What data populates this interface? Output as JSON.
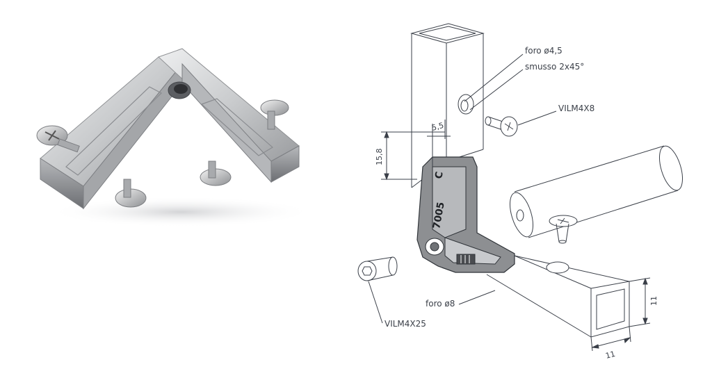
{
  "labels": {
    "hole_small": "foro ø4,5",
    "chamfer": "smusso 2x45°",
    "screw_small": "VILM4X8",
    "hole_large": "foro ø8",
    "screw_large": "VILM4X25"
  },
  "dimensions": {
    "height": "15,8",
    "offset": "5,5",
    "tube_height": "11",
    "tube_width": "11"
  },
  "part_marking": {
    "model": "7005",
    "letter": "C"
  },
  "colors": {
    "line": "#3a3f48",
    "metal_light": "#d9dadc",
    "metal_mid": "#a9abae",
    "metal_dark": "#6f7276",
    "part_fill": "#8d8f92"
  }
}
